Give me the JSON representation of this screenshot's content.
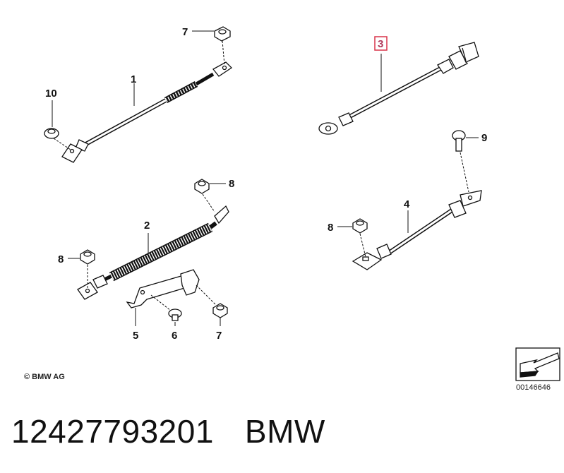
{
  "diagram": {
    "callouts": {
      "c1": "1",
      "c2": "2",
      "c3": "3",
      "c4": "4",
      "c5": "5",
      "c6": "6",
      "c7a": "7",
      "c7b": "7",
      "c8a": "8",
      "c8b": "8",
      "c8c": "8",
      "c9": "9",
      "c10": "10"
    },
    "highlighted_callout": "3",
    "copyright": "© BMW AG",
    "reference_number": "00146646"
  },
  "caption": {
    "part_number": "12427793201",
    "brand": "BMW"
  },
  "colors": {
    "line": "#1a1a1a",
    "highlight_box": "#d9344a",
    "highlight_text": "#b03a5a"
  }
}
